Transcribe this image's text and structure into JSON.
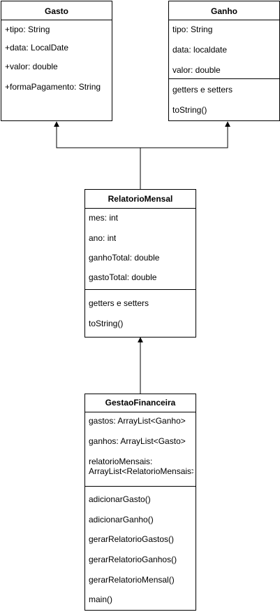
{
  "classes": {
    "gasto": {
      "name": "Gasto",
      "attributes": [
        "+tipo: String",
        "+data: LocalDate",
        "+valor: double",
        "+formaPagamento: String"
      ],
      "methods": []
    },
    "ganho": {
      "name": "Ganho",
      "attributes": [
        "tipo: String",
        "data: localdate",
        "valor: double"
      ],
      "methods": [
        "getters e setters",
        "toString()"
      ]
    },
    "relatorio": {
      "name": "RelatorioMensal",
      "attributes": [
        "mes: int",
        "ano: int",
        "ganhoTotal: double",
        "gastoTotal: double"
      ],
      "methods": [
        "getters e setters",
        "toString()"
      ]
    },
    "gestao": {
      "name": "GestaoFinanceira",
      "attributes": [
        "gastos: ArrayList<Ganho>",
        "ganhos: ArrayList<Gasto>",
        "relatorioMensais:",
        "ArrayList<RelatorioMensais>"
      ],
      "methods": [
        "adicionarGasto()",
        "adicionarGanho()",
        "gerarRelatorioGastos()",
        "gerarRelatorioGanhos()",
        "gerarRelatorioMensal()",
        "main()"
      ]
    }
  }
}
